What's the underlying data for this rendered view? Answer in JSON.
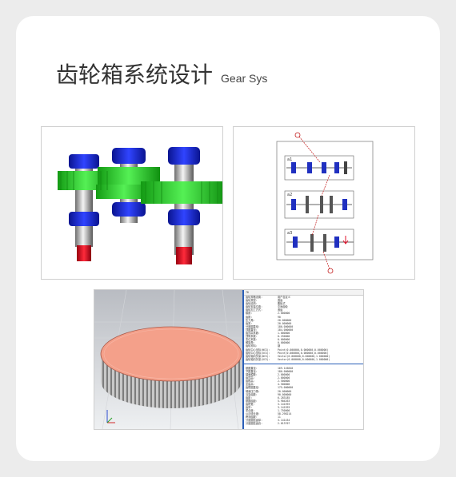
{
  "header": {
    "title_cn": "齿轮箱系统设计",
    "title_en": "Gear Sys"
  },
  "colors": {
    "gear": "#2bd42b",
    "bearing": "#1f2fd0",
    "shaft_end": "#e0102a",
    "gear_face": "#f4a08a",
    "accent": "#2b5fb8"
  },
  "schematic": {
    "stage_labels": [
      "a1",
      "a2",
      "a3"
    ]
  },
  "properties": {
    "header_value": "70",
    "rows": [
      {
        "k": "齿轮规格设置:",
        "v": "用户自定义"
      },
      {
        "k": "齿轮类型:",
        "v": "直齿"
      },
      {
        "k": "齿轮结构:",
        "v": "腹板式"
      },
      {
        "k": "齿轮安装位置:",
        "v": "中间齿轮"
      },
      {
        "k": "齿轮加工方式:",
        "v": "滚齿"
      },
      {
        "k": "模数:",
        "v": "2.000000"
      },
      {
        "k": "齿数:",
        "v": "90"
      },
      {
        "k": "压力角:",
        "v": "20.000000"
      },
      {
        "k": "齿宽:",
        "v": "20.000000"
      },
      {
        "k": "分度圆直径:",
        "v": "180.000000"
      },
      {
        "k": "顶圆直径:",
        "v": "184.000000"
      },
      {
        "k": "齿顶高系数:",
        "v": "1.000000"
      },
      {
        "k": "顶隙系数:",
        "v": "0.250000"
      },
      {
        "k": "变位系数:",
        "v": "0.000000"
      },
      {
        "k": "螺旋角:",
        "v": "0.000000"
      },
      {
        "k": "齿轮材料:",
        "v": "钢"
      },
      {
        "k": "齿轮中心坐标(WCS):",
        "v": "Point(0.000000,0.000000,0.000000)"
      },
      {
        "k": "齿轮中心坐标(UCS):",
        "v": "Point(0.000000,0.000000,0.000000)"
      },
      {
        "k": "齿轮轴向矢量(WCS):",
        "v": "Vector(0.000000,0.000000,1.000000)"
      },
      {
        "k": "齿轮轴向矢量(UCS):",
        "v": "Vector(0.000000,0.000000,1.000000)"
      }
    ],
    "rows2": [
      {
        "k": "基圆直径:",
        "v": "169.145840"
      },
      {
        "k": "节圆直径:",
        "v": "180.000000"
      },
      {
        "k": "端面模数:",
        "v": "2.000000"
      },
      {
        "k": "齿顶高:",
        "v": "2.000000"
      },
      {
        "k": "齿根高:",
        "v": "2.500000"
      },
      {
        "k": "全齿高:",
        "v": "4.500000"
      },
      {
        "k": "齿根圆直径:",
        "v": "175.000000"
      },
      {
        "k": "端面压力角:",
        "v": "20.000000"
      },
      {
        "k": "当量齿数:",
        "v": "90.000000"
      },
      {
        "k": "齿距:",
        "v": "6.283185"
      },
      {
        "k": "基圆齿距:",
        "v": "5.904263"
      },
      {
        "k": "齿槽宽:",
        "v": "3.141593"
      },
      {
        "k": "齿厚:",
        "v": "3.141593"
      },
      {
        "k": "重合度:",
        "v": "1.750000"
      },
      {
        "k": "公法线长度:",
        "v": "58.298214"
      },
      {
        "k": "跨测齿数:",
        "v": "11"
      },
      {
        "k": "分度圆弦齿厚:",
        "v": "3.141434"
      },
      {
        "k": "分度圆弦齿高:",
        "v": "2.013707"
      }
    ]
  }
}
